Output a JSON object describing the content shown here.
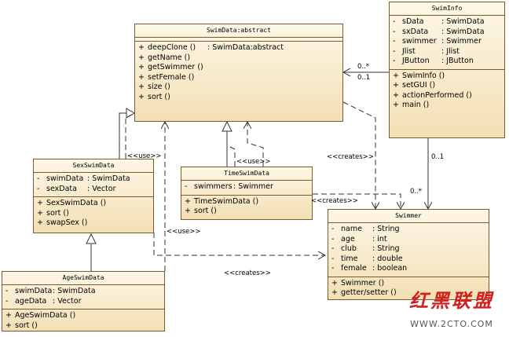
{
  "classes": {
    "swimdata": {
      "title": "SwimData:abstract",
      "methods": [
        {
          "vis": "+",
          "name": "deepClone ()",
          "type": ": SwimData:abstract"
        },
        {
          "vis": "+",
          "name": "getName ()",
          "type": ""
        },
        {
          "vis": "+",
          "name": "getSwimmer ()",
          "type": ""
        },
        {
          "vis": "+",
          "name": "setFemale ()",
          "type": ""
        },
        {
          "vis": "+",
          "name": "size ()",
          "type": ""
        },
        {
          "vis": "+",
          "name": "sort ()",
          "type": ""
        }
      ]
    },
    "swiminfo": {
      "title": "SwimInfo",
      "fields": [
        {
          "vis": "-",
          "name": "sData",
          "type": ": SwimData"
        },
        {
          "vis": "-",
          "name": "sxData",
          "type": ": SwimData"
        },
        {
          "vis": "-",
          "name": "swimmer",
          "type": ": Swimmer"
        },
        {
          "vis": "-",
          "name": "Jlist",
          "type": ": Jlist"
        },
        {
          "vis": "-",
          "name": "JButton",
          "type": ": JButton"
        }
      ],
      "methods": [
        {
          "vis": "+",
          "name": "SwimInfo ()",
          "type": ""
        },
        {
          "vis": "+",
          "name": "setGUI ()",
          "type": ""
        },
        {
          "vis": "+",
          "name": "actionPerformed ()",
          "type": ""
        },
        {
          "vis": "+",
          "name": "main ()",
          "type": ""
        }
      ]
    },
    "sexswimdata": {
      "title": "SexSwimData",
      "fields": [
        {
          "vis": "-",
          "name": "swimData",
          "type": ": SwimData"
        },
        {
          "vis": "-",
          "name": "sexData",
          "type": ": Vector"
        }
      ],
      "methods": [
        {
          "vis": "+",
          "name": "SexSwimData ()",
          "type": ""
        },
        {
          "vis": "+",
          "name": "sort ()",
          "type": ""
        },
        {
          "vis": "+",
          "name": "swapSex ()",
          "type": ""
        }
      ]
    },
    "timeswimdata": {
      "title": "TimeSwimData",
      "fields": [
        {
          "vis": "-",
          "name": "swimmers",
          "type": ": Swimmer"
        }
      ],
      "methods": [
        {
          "vis": "+",
          "name": "TimeSwimData ()",
          "type": ""
        },
        {
          "vis": "+",
          "name": "sort ()",
          "type": ""
        }
      ]
    },
    "swimmer": {
      "title": "Swimmer",
      "fields": [
        {
          "vis": "-",
          "name": "name",
          "type": ": String"
        },
        {
          "vis": "-",
          "name": "age",
          "type": ": int"
        },
        {
          "vis": "-",
          "name": "club",
          "type": ": String"
        },
        {
          "vis": "-",
          "name": "time",
          "type": ": double"
        },
        {
          "vis": "-",
          "name": "female",
          "type": ": boolean"
        }
      ],
      "methods": [
        {
          "vis": "+",
          "name": "Swimmer ()",
          "type": ""
        },
        {
          "vis": "+",
          "name": "getter/setter ()",
          "type": ""
        }
      ]
    },
    "ageswimdata": {
      "title": "AgeSwimData",
      "fields": [
        {
          "vis": "-",
          "name": "swimData",
          "type": ": SwimData"
        },
        {
          "vis": "-",
          "name": "ageData",
          "type": ": Vector"
        }
      ],
      "methods": [
        {
          "vis": "+",
          "name": "AgeSwimData ()",
          "type": ""
        },
        {
          "vis": "+",
          "name": "sort ()",
          "type": ""
        }
      ]
    }
  },
  "labels": {
    "mult_0_many_left": "0..*",
    "mult_0_1_left": "0..1",
    "mult_0_1_down": "0..1",
    "mult_0_many_swimmer": "0..*",
    "use_sex": "<<use>>",
    "use_time": "<<use>>",
    "use_age": "<<use>>",
    "creates_swiminfo": "<<creates>>",
    "creates_time": "<<creates>>",
    "creates_bottom": "<<creates>>"
  },
  "watermark": {
    "logo": "红黑联盟",
    "url": "WWW.2CTO.COM"
  },
  "colors": {
    "class_border": "#7a5a2e",
    "class_fill_top": "#fdf7e6",
    "class_fill_bottom": "#f3dfb4",
    "watermark": "#d22020"
  }
}
